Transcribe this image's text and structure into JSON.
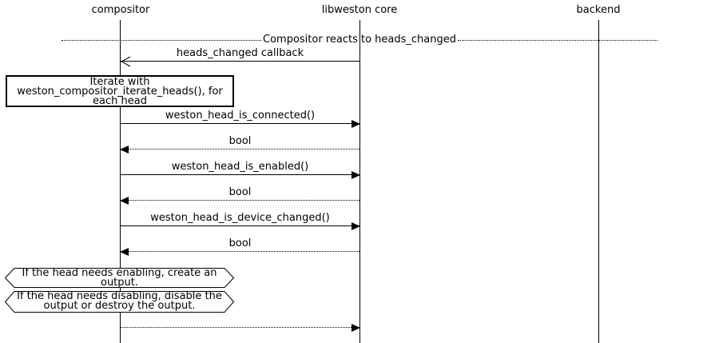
{
  "diagram": {
    "participants": [
      {
        "name": "compositor"
      },
      {
        "name": "libweston core"
      },
      {
        "name": "backend"
      }
    ],
    "divider": {
      "label": "Compositor reacts to heads_changed"
    },
    "messages": [
      {
        "label": "heads_changed callback",
        "from": "libweston core",
        "to": "compositor",
        "line": "solid",
        "arrowhead": "open"
      },
      {
        "label": "weston_head_is_connected()",
        "from": "compositor",
        "to": "libweston core",
        "line": "solid",
        "arrowhead": "filled"
      },
      {
        "label": "bool",
        "from": "libweston core",
        "to": "compositor",
        "line": "dotted",
        "arrowhead": "filled"
      },
      {
        "label": "weston_head_is_enabled()",
        "from": "compositor",
        "to": "libweston core",
        "line": "solid",
        "arrowhead": "filled"
      },
      {
        "label": "bool",
        "from": "libweston core",
        "to": "compositor",
        "line": "dotted",
        "arrowhead": "filled"
      },
      {
        "label": "weston_head_is_device_changed()",
        "from": "compositor",
        "to": "libweston core",
        "line": "solid",
        "arrowhead": "filled"
      },
      {
        "label": "bool",
        "from": "libweston core",
        "to": "compositor",
        "line": "dotted",
        "arrowhead": "filled"
      },
      {
        "label": "",
        "from": "compositor",
        "to": "libweston core",
        "line": "dotted",
        "arrowhead": "filled"
      }
    ],
    "notes": {
      "iterate": {
        "lines": [
          "Iterate with",
          "weston_compositor_iterate_heads(), for",
          "each head"
        ]
      },
      "enable": {
        "lines": [
          "If the head needs enabling, create an",
          "output."
        ]
      },
      "disable": {
        "lines": [
          "If the head needs disabling, disable the",
          "output or destroy the output."
        ]
      }
    },
    "colors": {
      "foreground": "#000000",
      "background": "#ffffff"
    }
  }
}
